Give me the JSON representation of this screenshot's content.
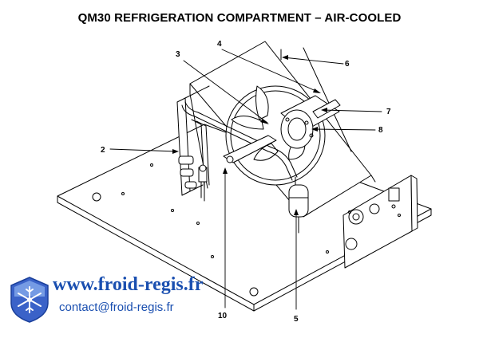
{
  "title": "QM30 REFRIGERATION COMPARTMENT – AIR-COOLED",
  "callouts": {
    "c2": "2",
    "c3": "3",
    "c4": "4",
    "c5": "5",
    "c6": "6",
    "c7": "7",
    "c8": "8",
    "c10": "10"
  },
  "watermark": {
    "url": "www.froid-regis.fr",
    "email": "contact@froid-regis.fr",
    "logo_icon": "snowflake-shield-icon",
    "colors": {
      "text": "#1a4fb0",
      "shield": "#3a62c8",
      "snow": "#ffffff"
    }
  }
}
